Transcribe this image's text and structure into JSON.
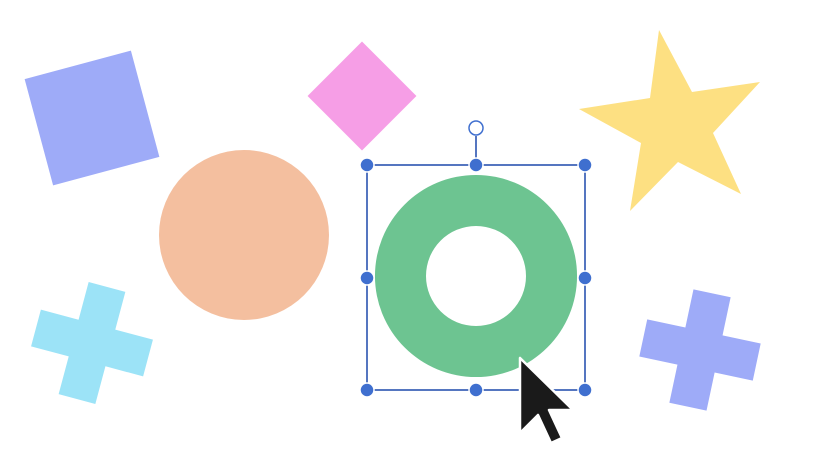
{
  "canvas": {
    "background": "#ffffff"
  },
  "shapes": [
    {
      "name": "square",
      "color": "#9eabf8"
    },
    {
      "name": "diamond",
      "color": "#f69ee6"
    },
    {
      "name": "star",
      "color": "#fde082"
    },
    {
      "name": "circle",
      "color": "#f4bf9f"
    },
    {
      "name": "ring",
      "color": "#6dc491",
      "selected": true
    },
    {
      "name": "cross-left",
      "color": "#9ce3f7"
    },
    {
      "name": "cross-right",
      "color": "#9eabf8"
    }
  ],
  "selection": {
    "color": "#5576c0",
    "handle_fill": "#3f6fcf",
    "rotate_handle_fill": "#ffffff"
  },
  "cursor": {
    "icon": "arrow-pointer-icon",
    "fill": "#1a1a1a",
    "stroke": "#ffffff"
  }
}
